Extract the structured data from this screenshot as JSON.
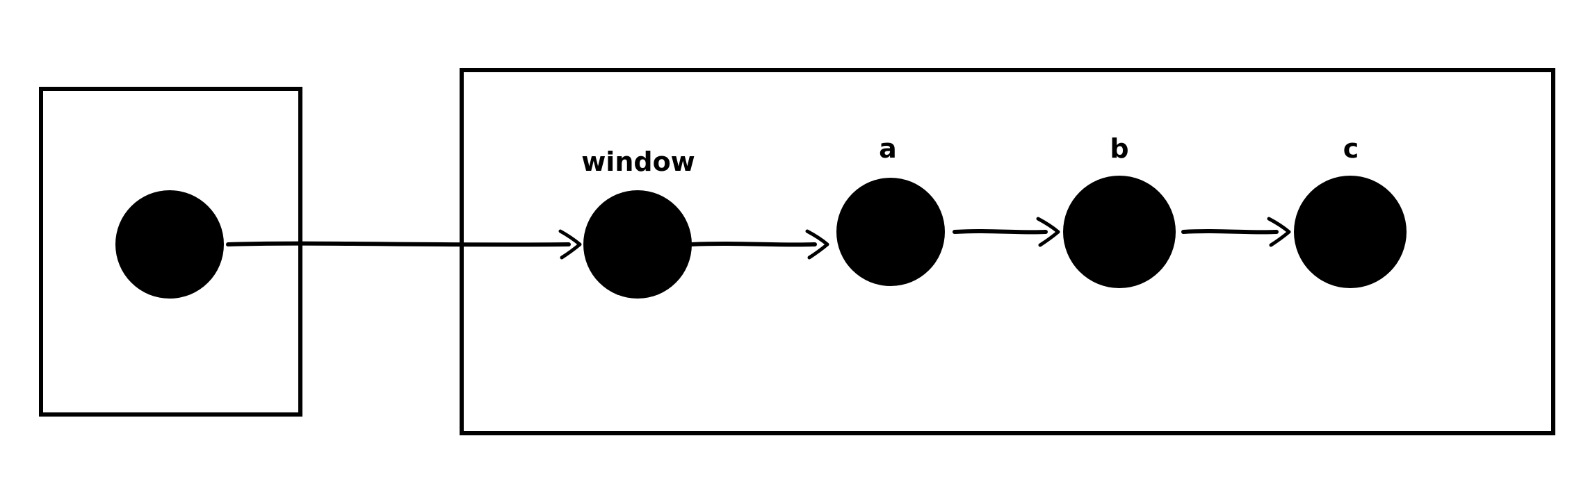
{
  "diagram": {
    "nodes": {
      "origin": {
        "label": ""
      },
      "window": {
        "label": "window"
      },
      "a": {
        "label": "a"
      },
      "b": {
        "label": "b"
      },
      "c": {
        "label": "c"
      }
    },
    "edges": [
      {
        "from": "origin",
        "to": "window"
      },
      {
        "from": "window",
        "to": "a"
      },
      {
        "from": "a",
        "to": "b"
      },
      {
        "from": "b",
        "to": "c"
      }
    ],
    "colors": {
      "stroke": "#000000",
      "fill": "#000000",
      "background": "#ffffff"
    }
  }
}
